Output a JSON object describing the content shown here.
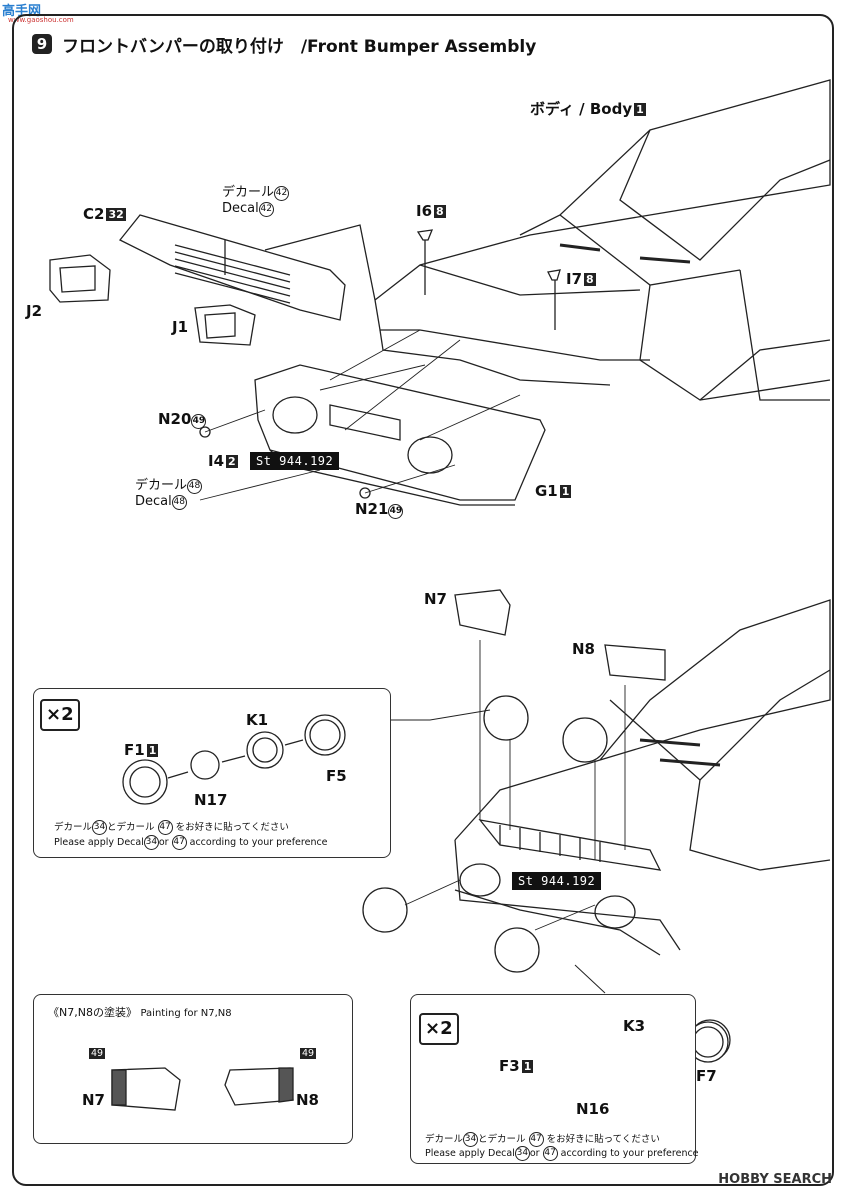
{
  "watermark": {
    "top": "高手网",
    "bottom": "www.gaoshou.com"
  },
  "step": {
    "number": "9",
    "title": "フロントバンパーの取り付け　/Front Bumper Assembly"
  },
  "labels": {
    "body": "ボディ / Body",
    "body_num": "1",
    "c2": "C2",
    "c2_num": "32",
    "decal42_jp": "デカール",
    "decal42_en": "Decal",
    "decal42_num": "42",
    "j2": "J2",
    "j1": "J1",
    "i6": "I6",
    "i6_num": "8",
    "i7": "I7",
    "i7_num": "8",
    "n20": "N20",
    "n20_num": "49",
    "i4": "I4",
    "i4_num": "2",
    "decal48_jp": "デカール",
    "decal48_en": "Decal",
    "decal48_num": "48",
    "plate": "St 944.192",
    "n21": "N21",
    "n21_num": "49",
    "g1": "G1",
    "g1_num": "1",
    "n7": "N7",
    "n8": "N8"
  },
  "inset_left": {
    "times": "×2",
    "k1": "K1",
    "f1": "F1",
    "f1_num": "1",
    "n17": "N17",
    "f5": "F5",
    "note_jp_a": "デカール",
    "note_jp_num1": "34",
    "note_jp_b": "とデカール",
    "note_jp_num2": "47",
    "note_jp_c": "をお好きに貼ってください",
    "note_en_a": "Please apply Decal",
    "note_en_num1": "34",
    "note_en_b": "or",
    "note_en_num2": "47",
    "note_en_c": "according to your preference"
  },
  "inset_right": {
    "times": "×2",
    "k3": "K3",
    "f3": "F3",
    "f3_num": "1",
    "n16": "N16",
    "f7": "F7",
    "note_jp_a": "デカール",
    "note_jp_num1": "34",
    "note_jp_b": "とデカール",
    "note_jp_num2": "47",
    "note_jp_c": "をお好きに貼ってください",
    "note_en_a": "Please apply Decal",
    "note_en_num1": "34",
    "note_en_b": "or",
    "note_en_num2": "47",
    "note_en_c": "according to your preference"
  },
  "painting": {
    "title_jp": "《N7,N8の塗装》",
    "title_en": "Painting for N7,N8",
    "n7": "N7",
    "n8": "N8",
    "n7_color": "49",
    "n8_color": "49"
  },
  "footer": {
    "logo": "HOBBY SEARCH"
  }
}
